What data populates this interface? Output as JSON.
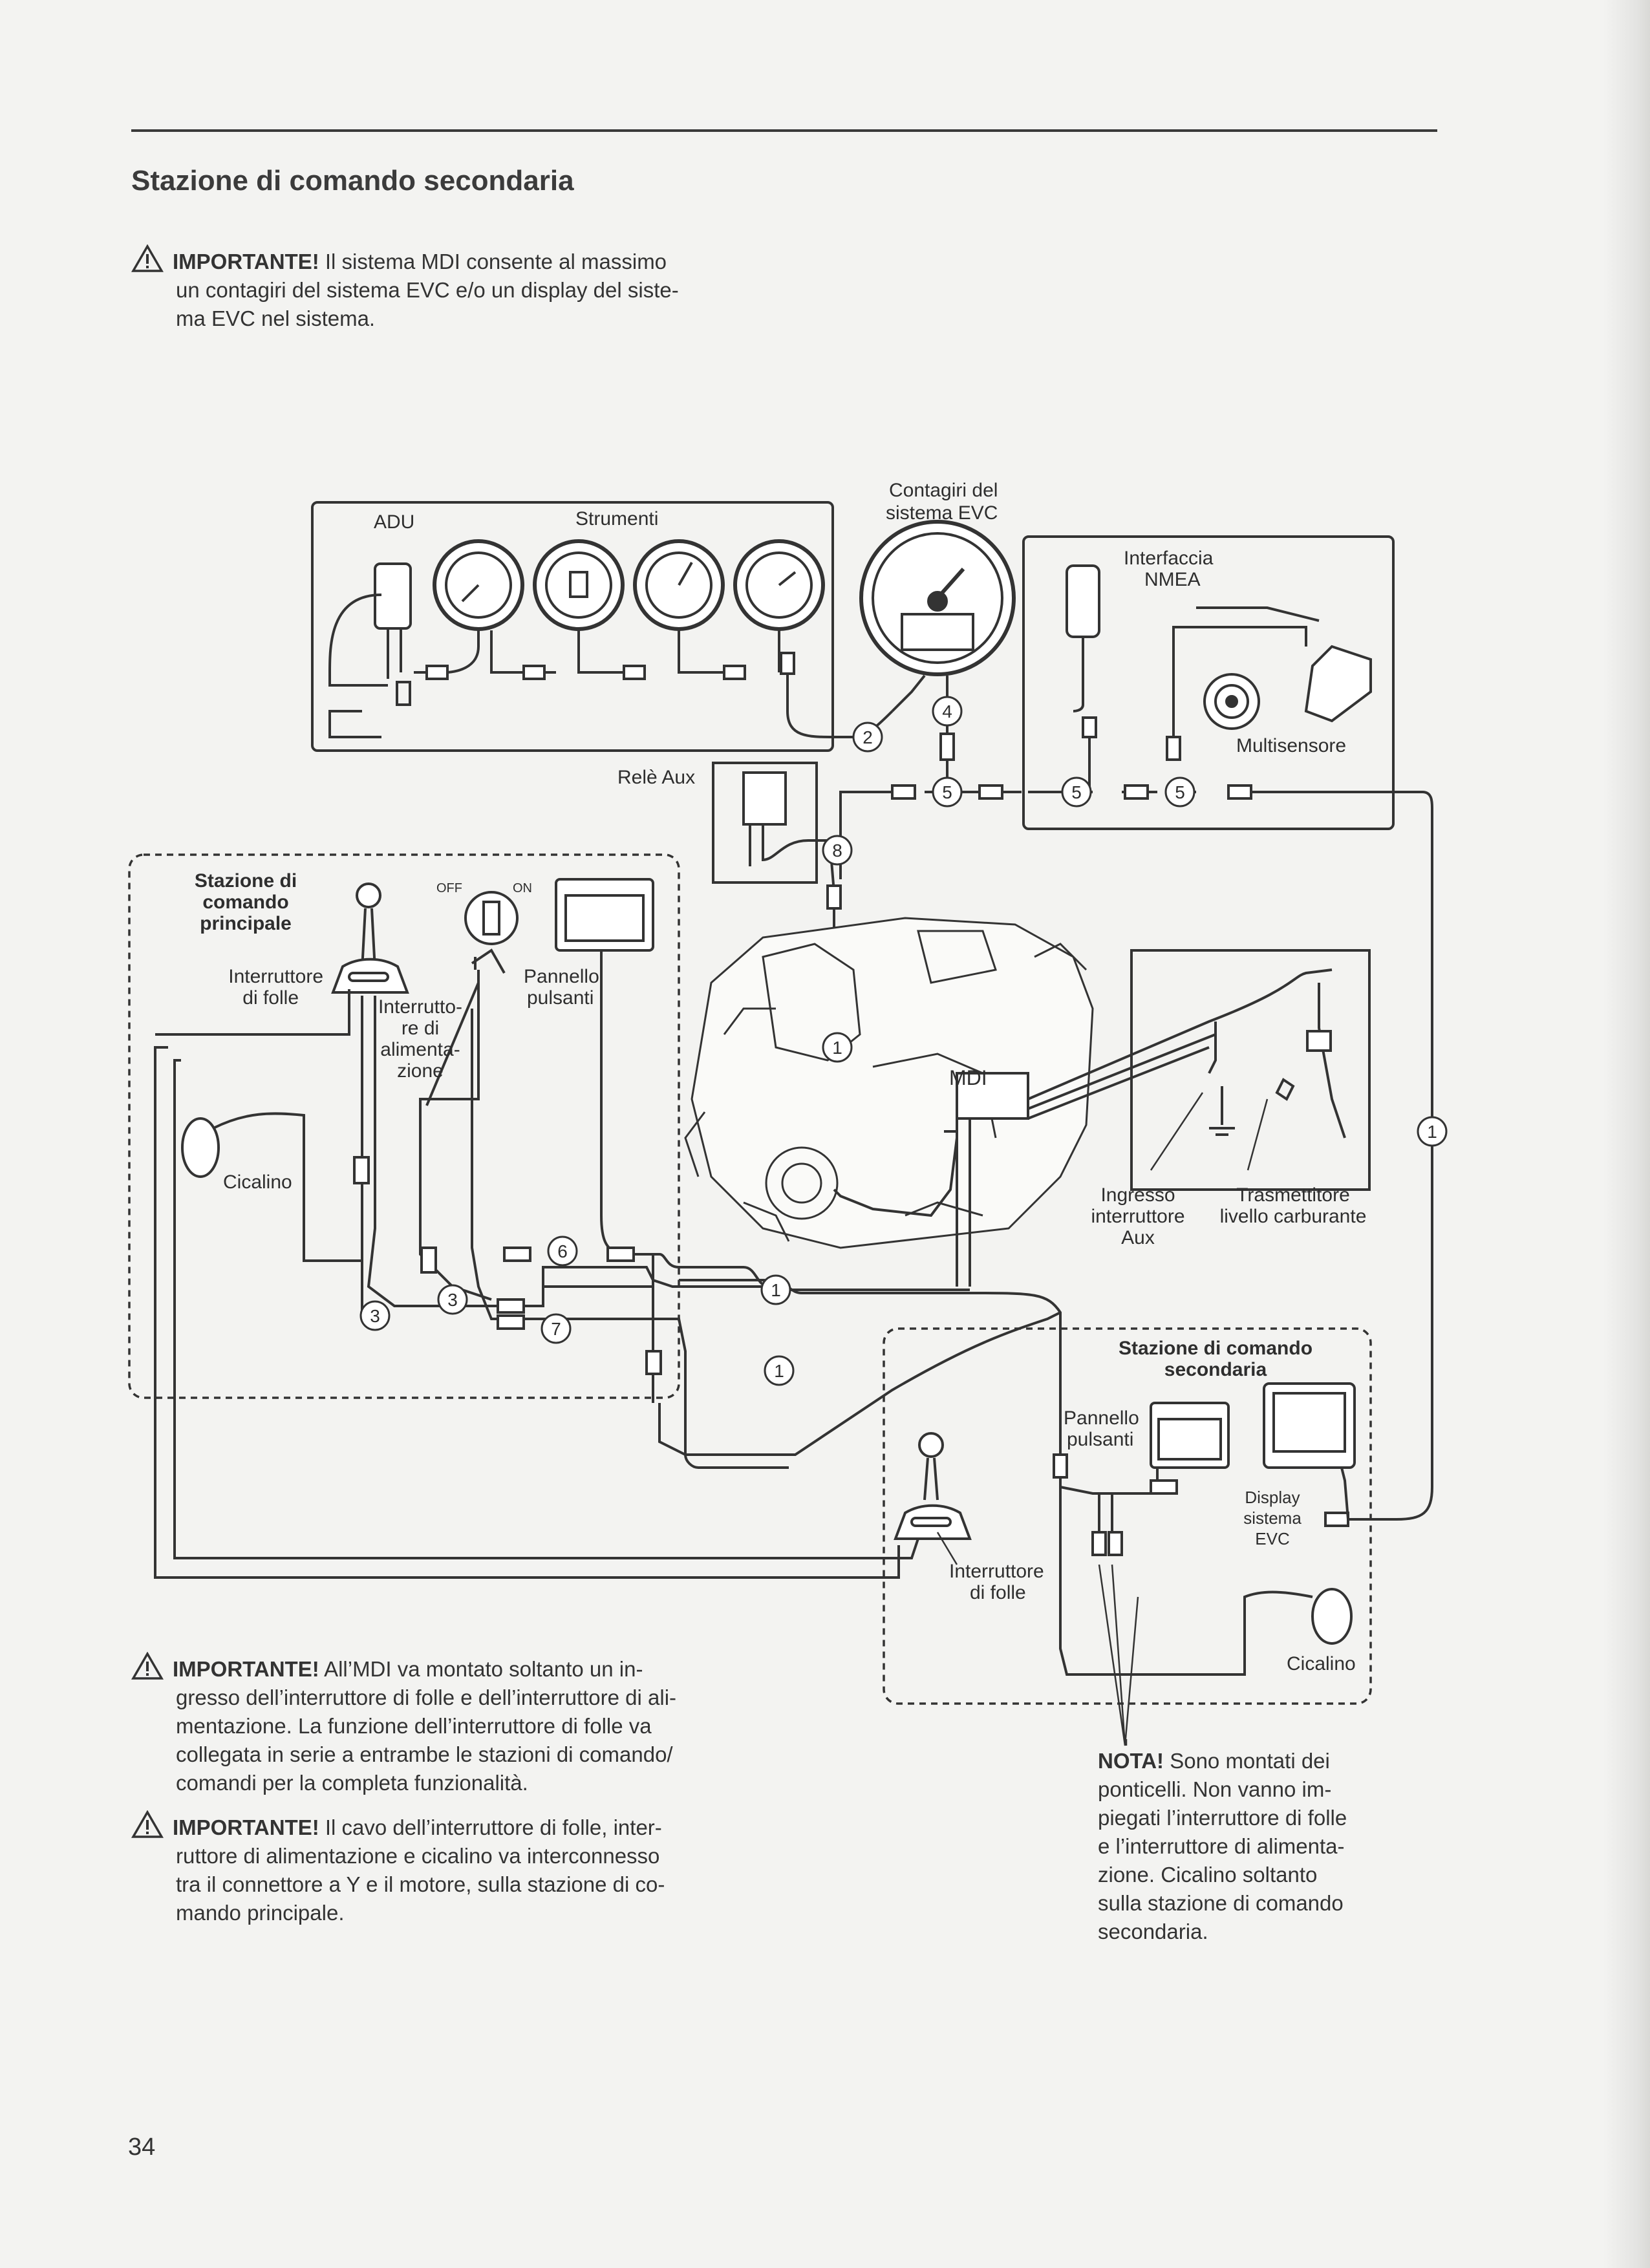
{
  "page": {
    "title": "Stazione di comando secondaria",
    "page_number": "34"
  },
  "top_note": {
    "label": "IMPORTANTE!",
    "lines": [
      "Il sistema MDI consente al massimo",
      "un contagiri del sistema EVC e/o un display del siste-",
      "ma EVC nel sistema."
    ]
  },
  "bottom_notes": [
    {
      "label": "IMPORTANTE!",
      "lines": [
        "All’MDI va montato soltanto un in-",
        "gresso dell’interruttore di folle e dell’interruttore di ali-",
        "mentazione. La funzione dell’interruttore di folle va",
        "collegata in serie a entrambe le stazioni di comando/",
        "comandi per la completa funzionalità."
      ]
    },
    {
      "label": "IMPORTANTE!",
      "lines": [
        "Il cavo dell’interruttore di folle, inter-",
        "ruttore di alimentazione e cicalino va interconnesso",
        "tra il connettore a Y e il motore, sulla stazione di co-",
        "mando principale."
      ]
    }
  ],
  "nota": {
    "label": "NOTA!",
    "lines": [
      "Sono montati dei",
      "ponticelli. Non vanno im-",
      "piegati l’interruttore di folle",
      "e l’interruttore di alimenta-",
      "zione. Cicalino soltanto",
      "sulla stazione di comando",
      "secondaria."
    ]
  },
  "diagram": {
    "labels": {
      "adu": "ADU",
      "strumenti": "Strumenti",
      "contagiri_1": "Contagiri del",
      "contagiri_2": "sistema EVC",
      "interfaccia_1": "Interfaccia",
      "interfaccia_2": "NMEA",
      "multisensore": "Multisensore",
      "rele_aux": "Relè Aux",
      "main_station_1": "Stazione di",
      "main_station_2": "comando",
      "main_station_3": "principale",
      "off": "OFF",
      "on": "ON",
      "interruttore_folle_1": "Interruttore",
      "interruttore_folle_2": "di folle",
      "interruttore_alim_1": "Interrutto-",
      "interruttore_alim_2": "re di",
      "interruttore_alim_3": "alimenta-",
      "interruttore_alim_4": "zione",
      "pannello_1": "Pannello",
      "pannello_2": "pulsanti",
      "cicalino": "Cicalino",
      "mdi": "MDI",
      "ingresso_1": "Ingresso",
      "ingresso_2": "interruttore",
      "ingresso_3": "Aux",
      "trasmettitore_1": "Trasmettitore",
      "trasmettitore_2": "livello carburante",
      "sec_station_1": "Stazione di comando",
      "sec_station_2": "secondaria",
      "sec_pannello_1": "Pannello",
      "sec_pannello_2": "pulsanti",
      "display_1": "Display",
      "display_2": "sistema",
      "display_3": "EVC",
      "sec_folle_1": "Interruttore",
      "sec_folle_2": "di folle",
      "sec_cicalino": "Cicalino"
    },
    "cable_numbers": [
      "1",
      "2",
      "3",
      "4",
      "5",
      "6",
      "7",
      "8"
    ]
  },
  "colors": {
    "ink": "#2e2e2e",
    "paper": "#f3f3f1"
  },
  "icons": [
    "warning-triangle-icon"
  ]
}
